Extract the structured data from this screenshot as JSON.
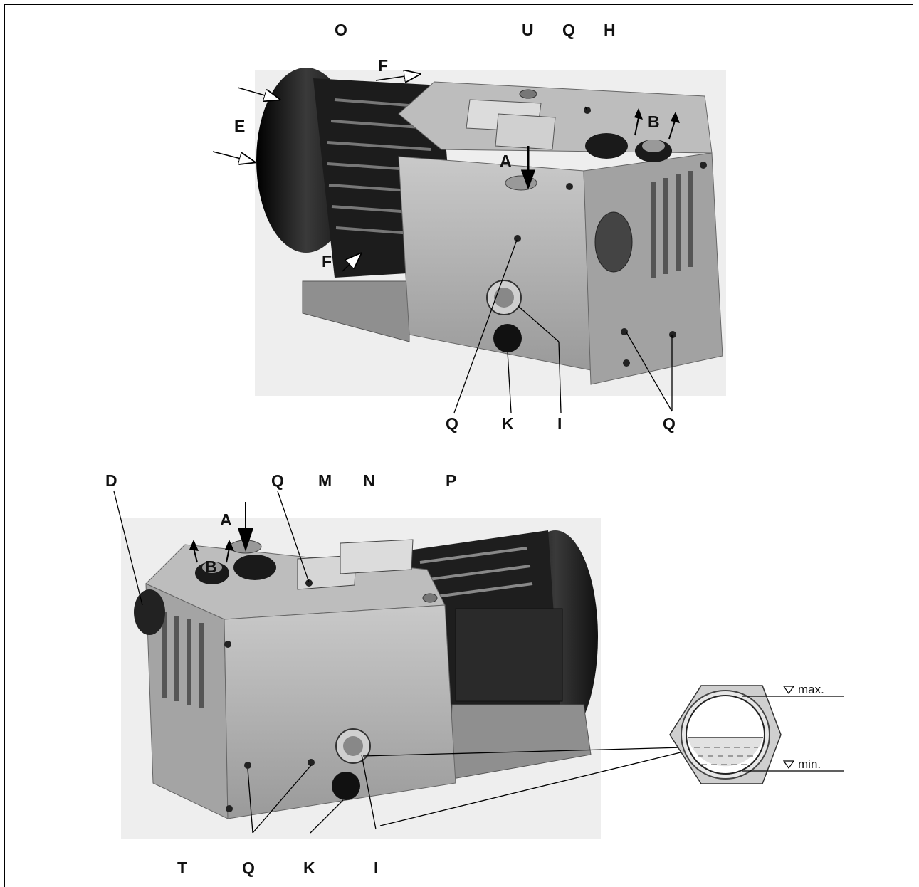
{
  "top_view": {
    "labels": {
      "O": "O",
      "U": "U",
      "Q_top": "Q",
      "H": "H",
      "F_top": "F",
      "E": "E",
      "B": "B",
      "A": "A",
      "F_bottom": "F",
      "Q_bottom_1": "Q",
      "K": "K",
      "I": "I",
      "Q_bottom_2": "Q"
    }
  },
  "bottom_view": {
    "labels": {
      "D": "D",
      "Q_top": "Q",
      "M": "M",
      "N": "N",
      "P": "P",
      "A": "A",
      "B": "B",
      "T": "T",
      "Q_bottom": "Q",
      "K": "K",
      "I": "I"
    }
  },
  "oil_gauge": {
    "max_label": "max.",
    "min_label": "min."
  },
  "colors": {
    "housing": "#a8a8a8",
    "housing_light": "#c4c4c4",
    "housing_dark": "#7e7e7e",
    "motor": "#1c1c1c",
    "shadow": "#d6d6d6",
    "ink": "#111111"
  }
}
